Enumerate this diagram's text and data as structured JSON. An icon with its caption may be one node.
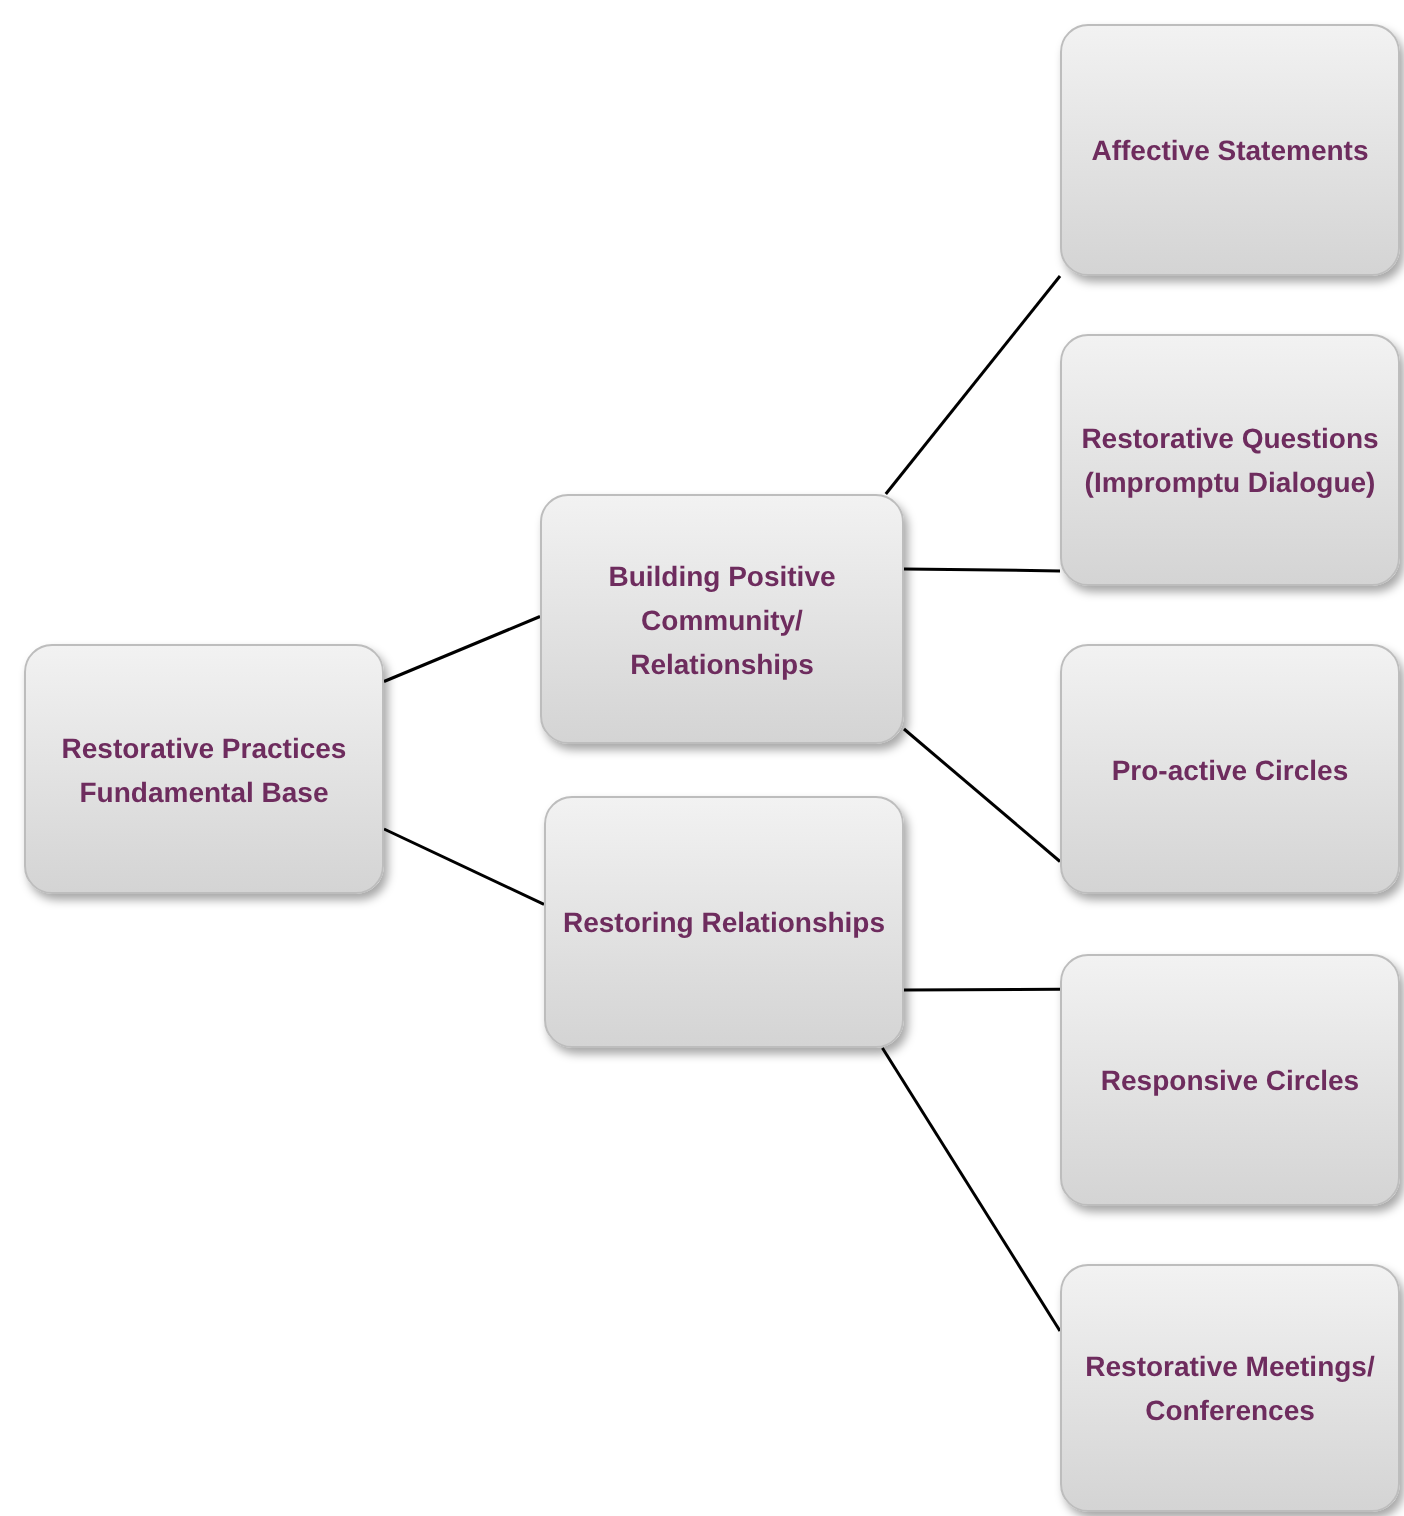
{
  "diagram": {
    "nodes": [
      {
        "text": [
          "Restorative Practices Fundamental Base"
        ]
      },
      {
        "text": [
          "Building Positive Community/ Relationships"
        ]
      },
      {
        "text": [
          "Restoring Relationships"
        ]
      },
      {
        "text": [
          "Affective Statements"
        ]
      },
      {
        "text": [
          "Restorative Questions (Impromptu Dialogue)"
        ]
      },
      {
        "text": [
          "Pro-active Circles"
        ]
      },
      {
        "text": [
          "Responsive Circles"
        ]
      },
      {
        "text": [
          "Restorative Meetings/ Conferences"
        ]
      }
    ],
    "edges": [
      {
        "from": 0,
        "to": 1,
        "arrow": "none"
      },
      {
        "from": 0,
        "to": 2,
        "arrow": "none"
      },
      {
        "from": 1,
        "to": 3,
        "arrow": "none"
      },
      {
        "from": 1,
        "to": 4,
        "arrow": "none"
      },
      {
        "from": 1,
        "to": 5,
        "arrow": "none"
      },
      {
        "from": 2,
        "to": 6,
        "arrow": "none"
      },
      {
        "from": 2,
        "to": 7,
        "arrow": "none"
      }
    ]
  }
}
